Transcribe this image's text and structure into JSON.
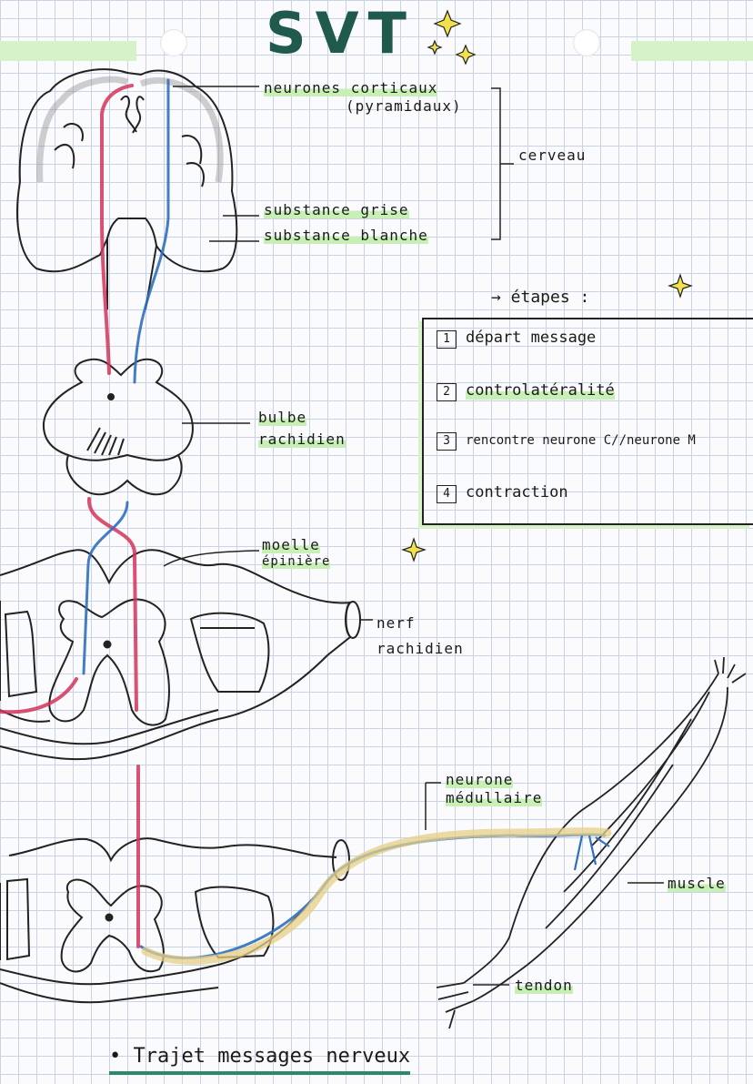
{
  "title": "SVT",
  "labels": {
    "neurones_corticaux": "neurones corticaux",
    "pyramidaux": "(pyramidaux)",
    "cerveau": "cerveau",
    "substance_grise": "substance grise",
    "substance_blanche": "substance blanche",
    "bulbe": "bulbe",
    "rachidien": "rachidien",
    "moelle": "moelle",
    "epiniere": "épinière",
    "nerf": "nerf",
    "nerf_rachidien": "rachidien",
    "neurone": "neurone",
    "medullaire": "médullaire",
    "muscle": "muscle",
    "tendon": "tendon"
  },
  "steps_heading": "→ étapes :",
  "steps": [
    {
      "num": "1",
      "text": "départ message"
    },
    {
      "num": "2",
      "text": "controlatéralité"
    },
    {
      "num": "3",
      "text": "rencontre neurone C//neurone M"
    },
    {
      "num": "4",
      "text": "contraction"
    }
  ],
  "footer": "• Trajet messages nerveux",
  "colors": {
    "red_path": "#d2335a",
    "blue_path": "#2f6fc0",
    "yellow_path": "#e6cf86",
    "title": "#1f5a4c",
    "highlight": "#c8efb6",
    "underline": "#2a8a6a",
    "sparkle": "#e8d23a"
  }
}
